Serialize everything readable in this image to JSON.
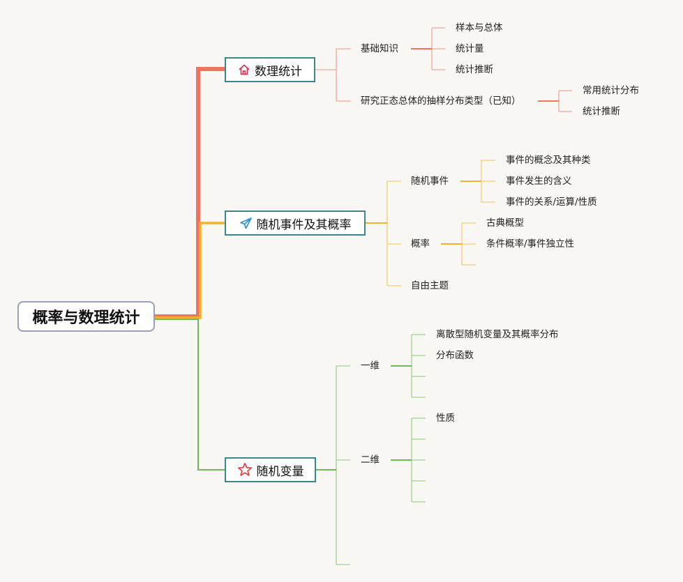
{
  "root": "概率与数理统计",
  "topics": [
    {
      "label": "数理统计",
      "icon": "home-icon",
      "color": "#f0735f",
      "children": [
        {
          "label": "基础知识",
          "children": [
            "样本与总体",
            "统计量",
            "统计推断"
          ]
        },
        {
          "label": "研究正态总体的抽样分布类型（已知）",
          "children": [
            "常用统计分布",
            "统计推断"
          ]
        }
      ]
    },
    {
      "label": "随机事件及其概率",
      "icon": "paper-plane-icon",
      "color": "#f2b22b",
      "children": [
        {
          "label": "随机事件",
          "children": [
            "事件的概念及其种类",
            "事件发生的含义",
            "事件的关系/运算/性质"
          ]
        },
        {
          "label": "概率",
          "children": [
            "古典概型",
            "条件概率/事件独立性",
            ""
          ]
        },
        {
          "label": "自由主题",
          "children": []
        }
      ]
    },
    {
      "label": "随机变量",
      "icon": "star-icon",
      "color": "#6dbb57",
      "children": [
        {
          "label": "一维",
          "children": [
            "离散型随机变量及其概率分布",
            "分布函数",
            "",
            ""
          ]
        },
        {
          "label": "二维",
          "children": [
            "性质",
            "",
            "",
            "",
            ""
          ]
        },
        {
          "label": "",
          "children": []
        }
      ]
    }
  ]
}
